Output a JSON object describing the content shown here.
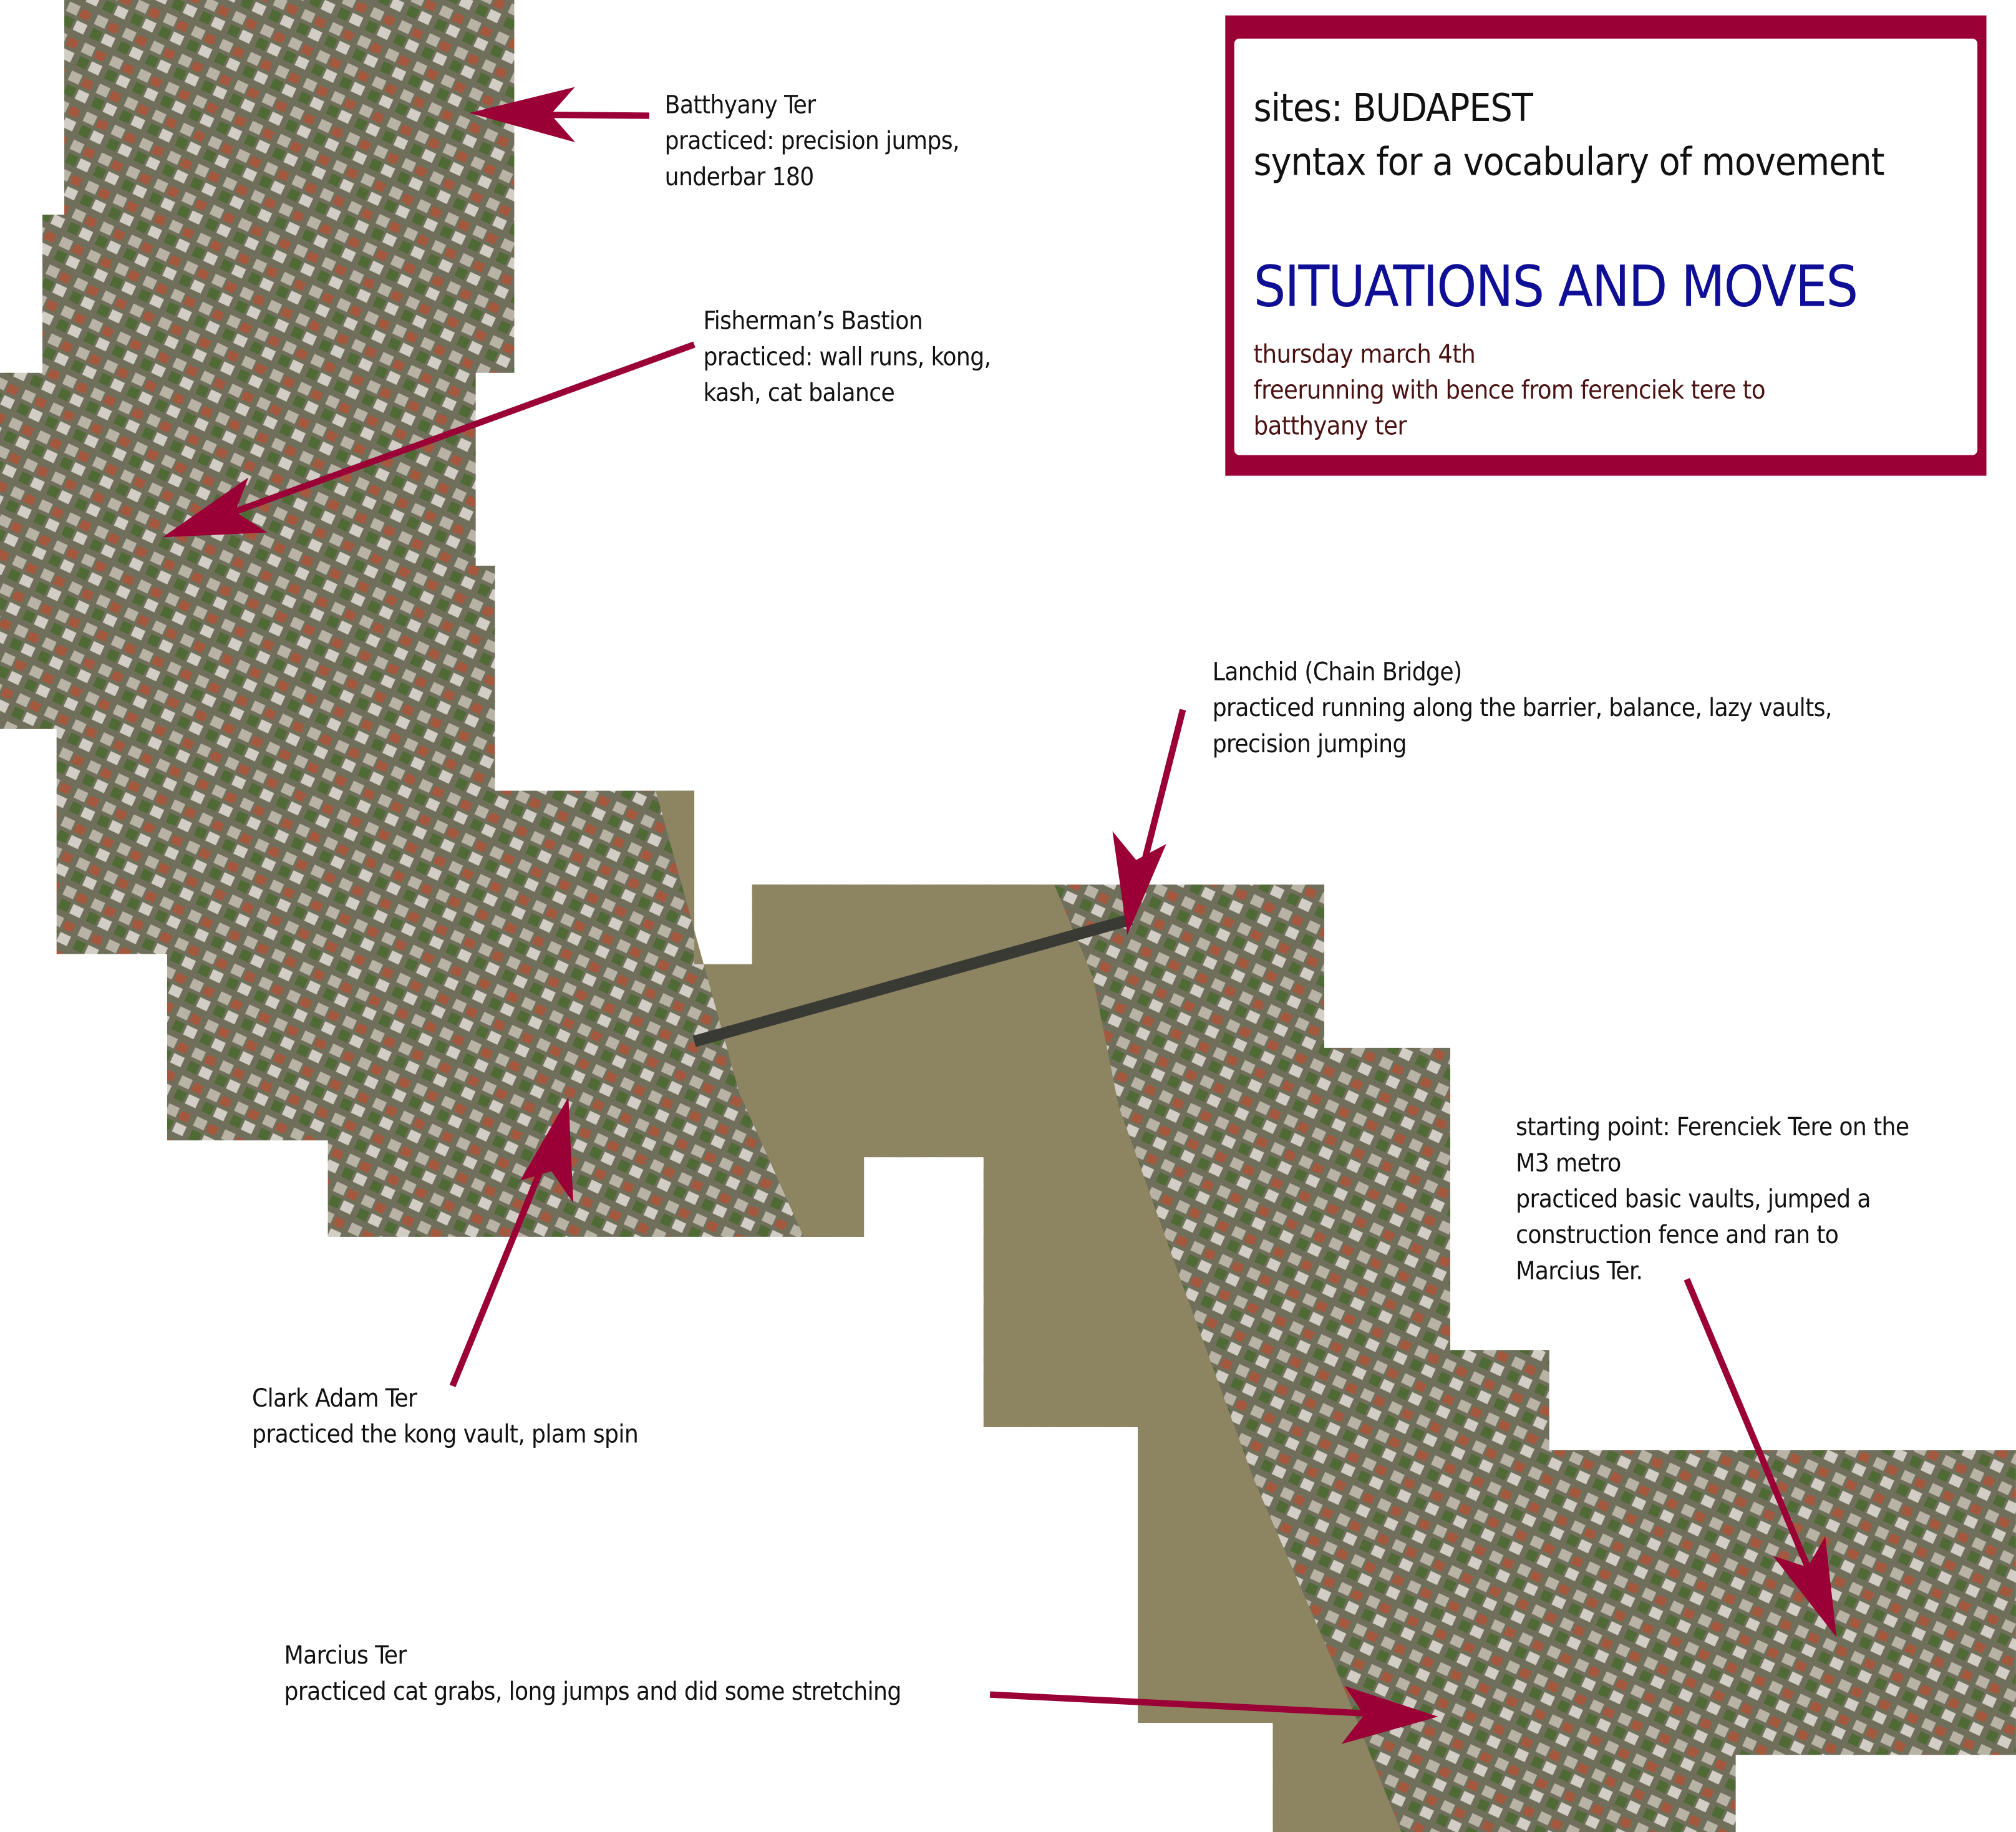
{
  "title_box": {
    "line1": "sites: BUDAPEST",
    "line2": "syntax for a vocabulary of movement",
    "heading": "SITUATIONS AND MOVES",
    "date": "thursday march 4th",
    "desc1": "freerunning with bence from ferenciek tere to",
    "desc2": "batthyany ter"
  },
  "annotations": {
    "batthyany": {
      "title": "Batthyany Ter",
      "l2": "practiced: precision jumps,",
      "l3": "underbar 180"
    },
    "fisherman": {
      "title": "Fisherman’s Bastion",
      "l2": "practiced: wall runs, kong,",
      "l3": "kash, cat balance"
    },
    "lanchid": {
      "title": "Lanchid (Chain Bridge)",
      "l2": "practiced running along the barrier, balance, lazy vaults,",
      "l3": "precision jumping"
    },
    "ferenciek": {
      "title": "starting point: Ferenciek Tere on the",
      "l2": "M3 metro",
      "l3": "practiced basic vaults, jumped a",
      "l4": "construction fence and ran to",
      "l5": "Marcius Ter."
    },
    "clark": {
      "title": "Clark Adam Ter",
      "l2": "practiced the kong vault, plam spin"
    },
    "marcius": {
      "title": "Marcius Ter",
      "l2": "practiced cat grabs, long jumps and did some stretching"
    }
  },
  "colors": {
    "accent": "#9a0036",
    "heading": "#0f0f96",
    "river": "#8d8462"
  }
}
